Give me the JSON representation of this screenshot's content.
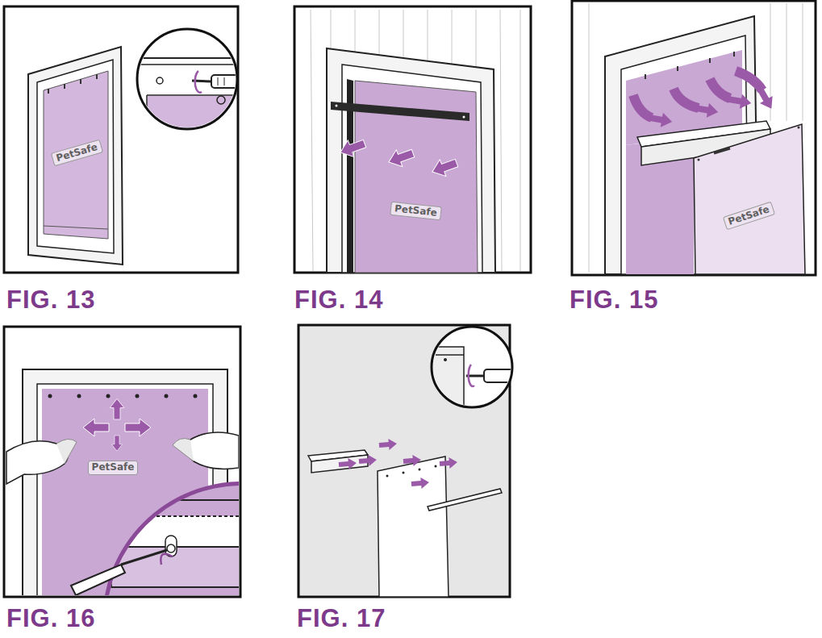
{
  "diagram": {
    "labels": [
      "PetSafe",
      "PetSafe",
      "PetSafe",
      "FIG. 13",
      "FIG. 14",
      "FIG. 15",
      "PetSafe",
      "FIG. 16",
      "FIG. 17"
    ]
  }
}
